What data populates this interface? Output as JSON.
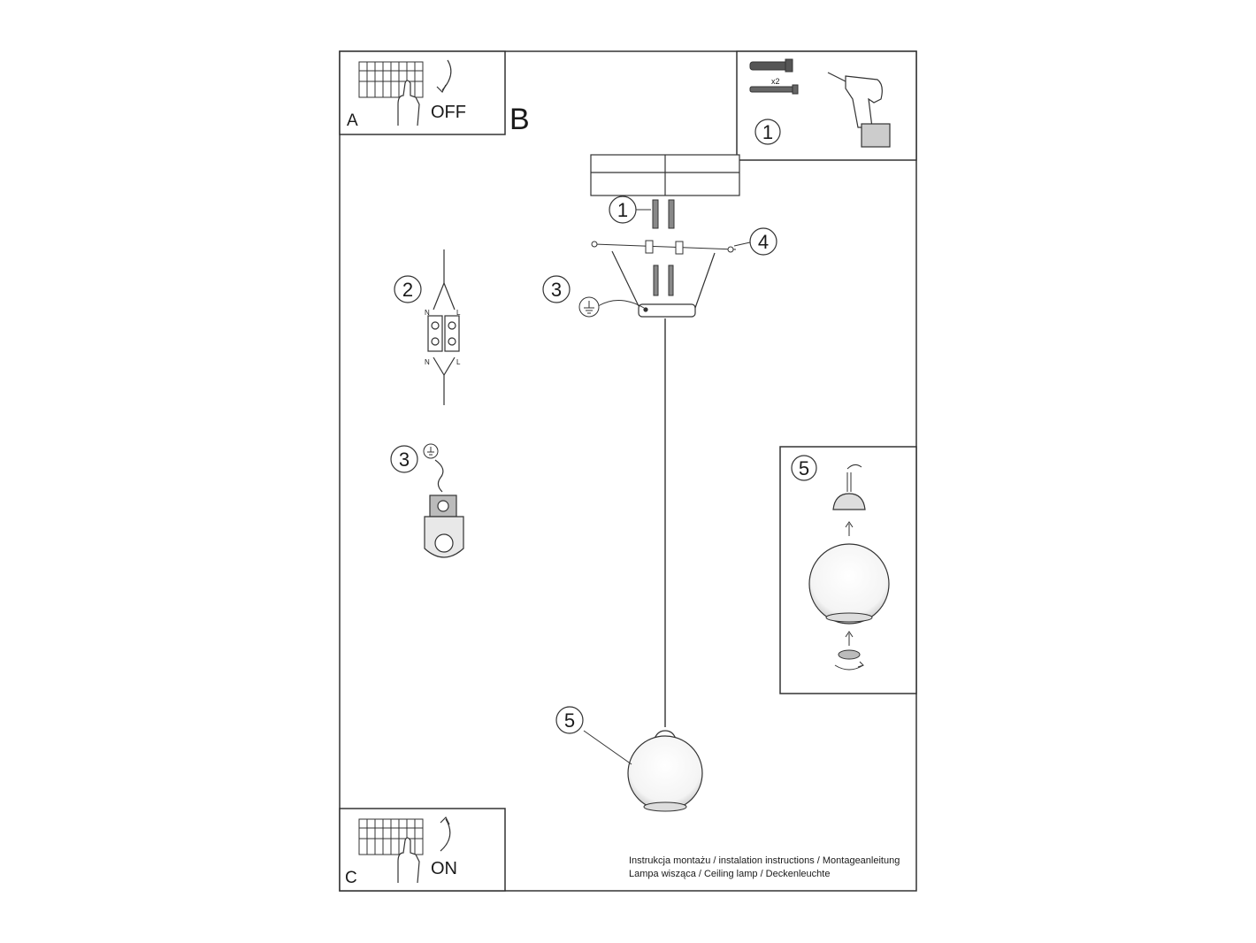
{
  "panels": {
    "A": {
      "letter": "A",
      "action": "OFF"
    },
    "B": {
      "letter": "B"
    },
    "C": {
      "letter": "C",
      "action": "ON"
    }
  },
  "tools": {
    "step": "1",
    "count_label": "x2"
  },
  "callouts": {
    "anchors": "1",
    "terminal_block": "2",
    "ground_panel": "3",
    "canopy": "3",
    "screws": "4",
    "shade_panel": "5",
    "shade": "5"
  },
  "terminal_labels": {
    "n": "N",
    "l": "L"
  },
  "footer": {
    "line1": "Instrukcja montażu / instalation instructions / Montageanleitung",
    "line2": "Lampa wisząca / Ceiling lamp / Deckenleuchte"
  }
}
